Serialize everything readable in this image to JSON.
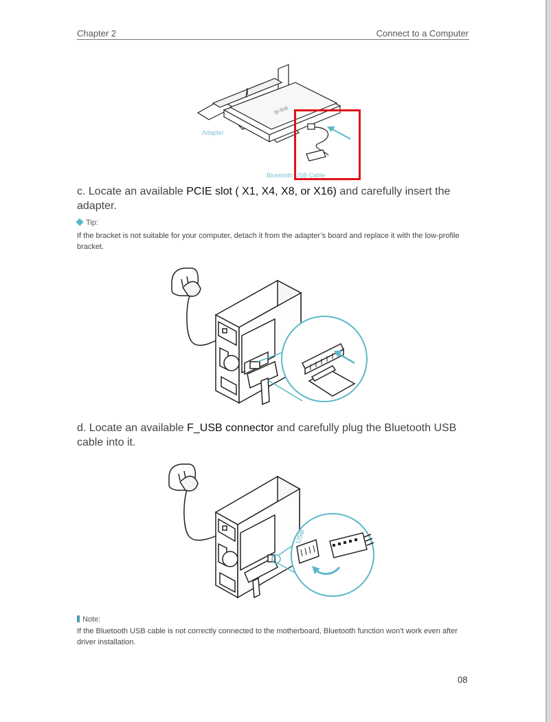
{
  "header": {
    "left": "Chapter 2",
    "right": "Connect to a Computer"
  },
  "figure1": {
    "adapter_label": "Adapter",
    "cable_label": "Bluetooth USB Cable"
  },
  "step_c": {
    "prefix": "c. Locate an available ",
    "emphasis": "PCIE slot ( X1, X4, X8, or X16)",
    "suffix": " and carefully insert the adapter."
  },
  "tip": {
    "label": "Tip:",
    "text": "If the bracket is not suitable for your computer, detach it from the adapter’s board and replace it with the low-profile bracket."
  },
  "step_d": {
    "prefix": "d. Locate an available ",
    "emphasis": "F_USB connector",
    "suffix": " and carefully plug the Bluetooth USB cable into it."
  },
  "figure3": {
    "usb_label": "USB"
  },
  "note": {
    "label": "Note:",
    "text": "If the Bluetooth USB cable is not correctly connected to the motherboard, Bluetooth function won’t work even after driver installation."
  },
  "page_number": "08",
  "colors": {
    "highlight_box": "#e0101a",
    "accent": "#5bb8c8",
    "line": "#222222"
  }
}
